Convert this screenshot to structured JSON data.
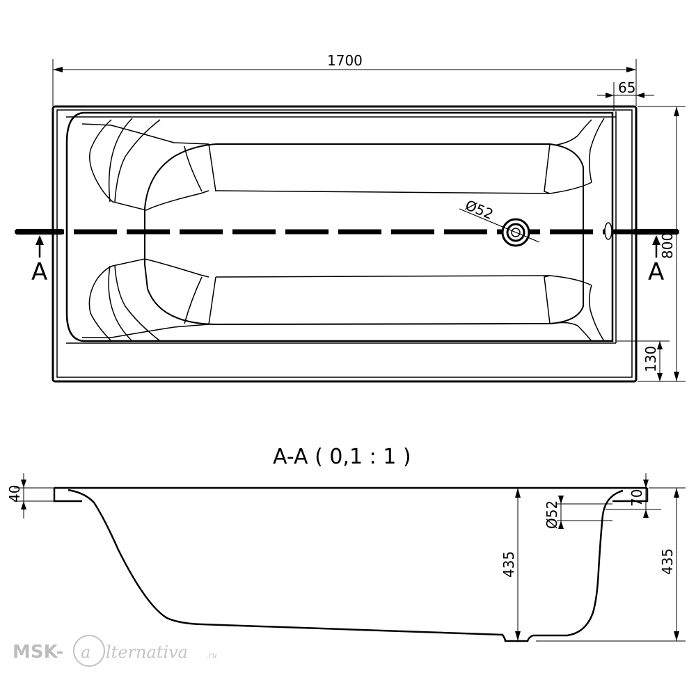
{
  "plan_view": {
    "overall_length": "1700",
    "rim_offset": "65",
    "overall_width": "800",
    "rim_width": "130",
    "drain_diameter": "Ø52",
    "section_marker": "A"
  },
  "section_view": {
    "title": "A-A ( 0,1 : 1 )",
    "rim_thickness": "40",
    "overflow_offset": "70",
    "overflow_diameter": "Ø52",
    "depth_inner": "435",
    "depth_outer": "435"
  },
  "watermark": {
    "prefix": "MSK-",
    "suffix": "lternativa",
    "tld": ".ru"
  }
}
